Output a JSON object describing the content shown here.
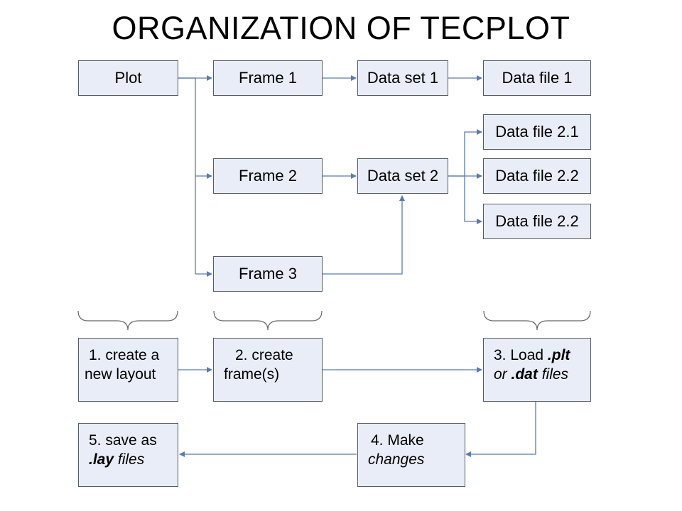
{
  "title": "ORGANIZATION OF TECPLOT",
  "nodes": {
    "plot": "Plot",
    "frame1": "Frame 1",
    "frame2": "Frame 2",
    "frame3": "Frame 3",
    "dataset1": "Data set 1",
    "dataset2": "Data set 2",
    "datafile1": "Data file 1",
    "datafile2_1": "Data file 2.1",
    "datafile2_2a": "Data file 2.2",
    "datafile2_2b": "Data file 2.2"
  },
  "steps": {
    "s1": {
      "line1": "1. create a",
      "line2": "new layout"
    },
    "s2": {
      "line1": "2. create",
      "line2": "frame(s)"
    },
    "s3": {
      "line1a": "3. Load ",
      "line1b": ".plt",
      "line2a": "or ",
      "line2b": ".dat",
      "line2c": " files"
    },
    "s4": {
      "line1": "4. Make",
      "line2": "changes"
    },
    "s5": {
      "line1": "5. save as",
      "line2a": ".lay",
      "line2b": " files"
    }
  },
  "colors": {
    "box_fill": "#e8edf7",
    "box_border": "#555a63",
    "arrow": "#5a7ab5",
    "brace": "#666666"
  }
}
